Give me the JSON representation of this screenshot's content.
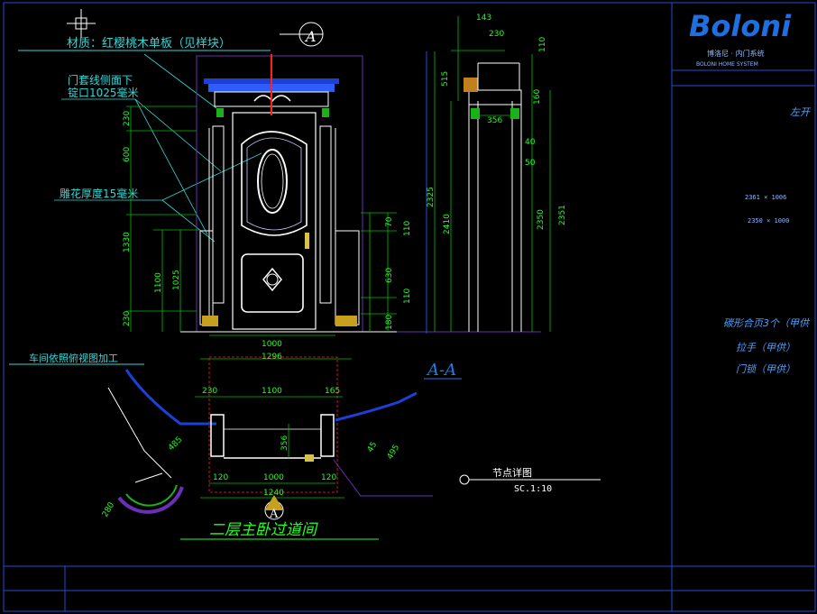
{
  "title_block": {
    "brand": "Boloni",
    "brand_sub": "博洛尼 · 内门系统",
    "brand_sub2": "BOLONI HOME SYSTEM",
    "door_type": "左开",
    "size_line1": "2361 × 1006",
    "size_line2": "2350 × 1000",
    "hardware1": "碳形合页3个（甲供",
    "hardware2": "拉手（甲供）",
    "hardware3": "门锁（甲供）"
  },
  "annotations": {
    "material": "材质：红樱桃木单板（见样块）",
    "trim_note_1": "门套线侧面下",
    "trim_note_2": "锭口1025毫米",
    "carving_note": "雕花厚度15毫米",
    "plan_note": "车间依照俯视图加工",
    "section_label": "A-A",
    "section_marker": "A",
    "plan_marker": "A",
    "detail_title": "节点详图",
    "detail_scale": "SC.1:10",
    "room_title": "二层主卧过道间"
  },
  "dims_elevation": {
    "left": [
      "230",
      "600",
      "1330",
      "230",
      "1100",
      "1025"
    ],
    "right": [
      "70",
      "110",
      "630",
      "110",
      "180"
    ],
    "bottom": [
      "1000",
      "1296"
    ]
  },
  "dims_section": {
    "top": [
      "143",
      "230",
      "110"
    ],
    "mid": [
      "515",
      "160",
      "356",
      "40",
      "50"
    ],
    "heights": [
      "2325",
      "2410",
      "2350",
      "2351"
    ]
  },
  "dims_plan": {
    "top": [
      "230",
      "1100",
      "165"
    ],
    "bottom": [
      "120",
      "1000",
      "120",
      "1240"
    ],
    "misc": [
      "356",
      "45",
      "485",
      "495",
      "280"
    ]
  },
  "colors": {
    "cad_bg": "#000000",
    "frame": "#1f4fd6",
    "dim": "#00e000",
    "dim_text": "#22ff22",
    "note": "#33d6d6",
    "brand": "#1f6fe0",
    "section": "#1c7cf0"
  }
}
